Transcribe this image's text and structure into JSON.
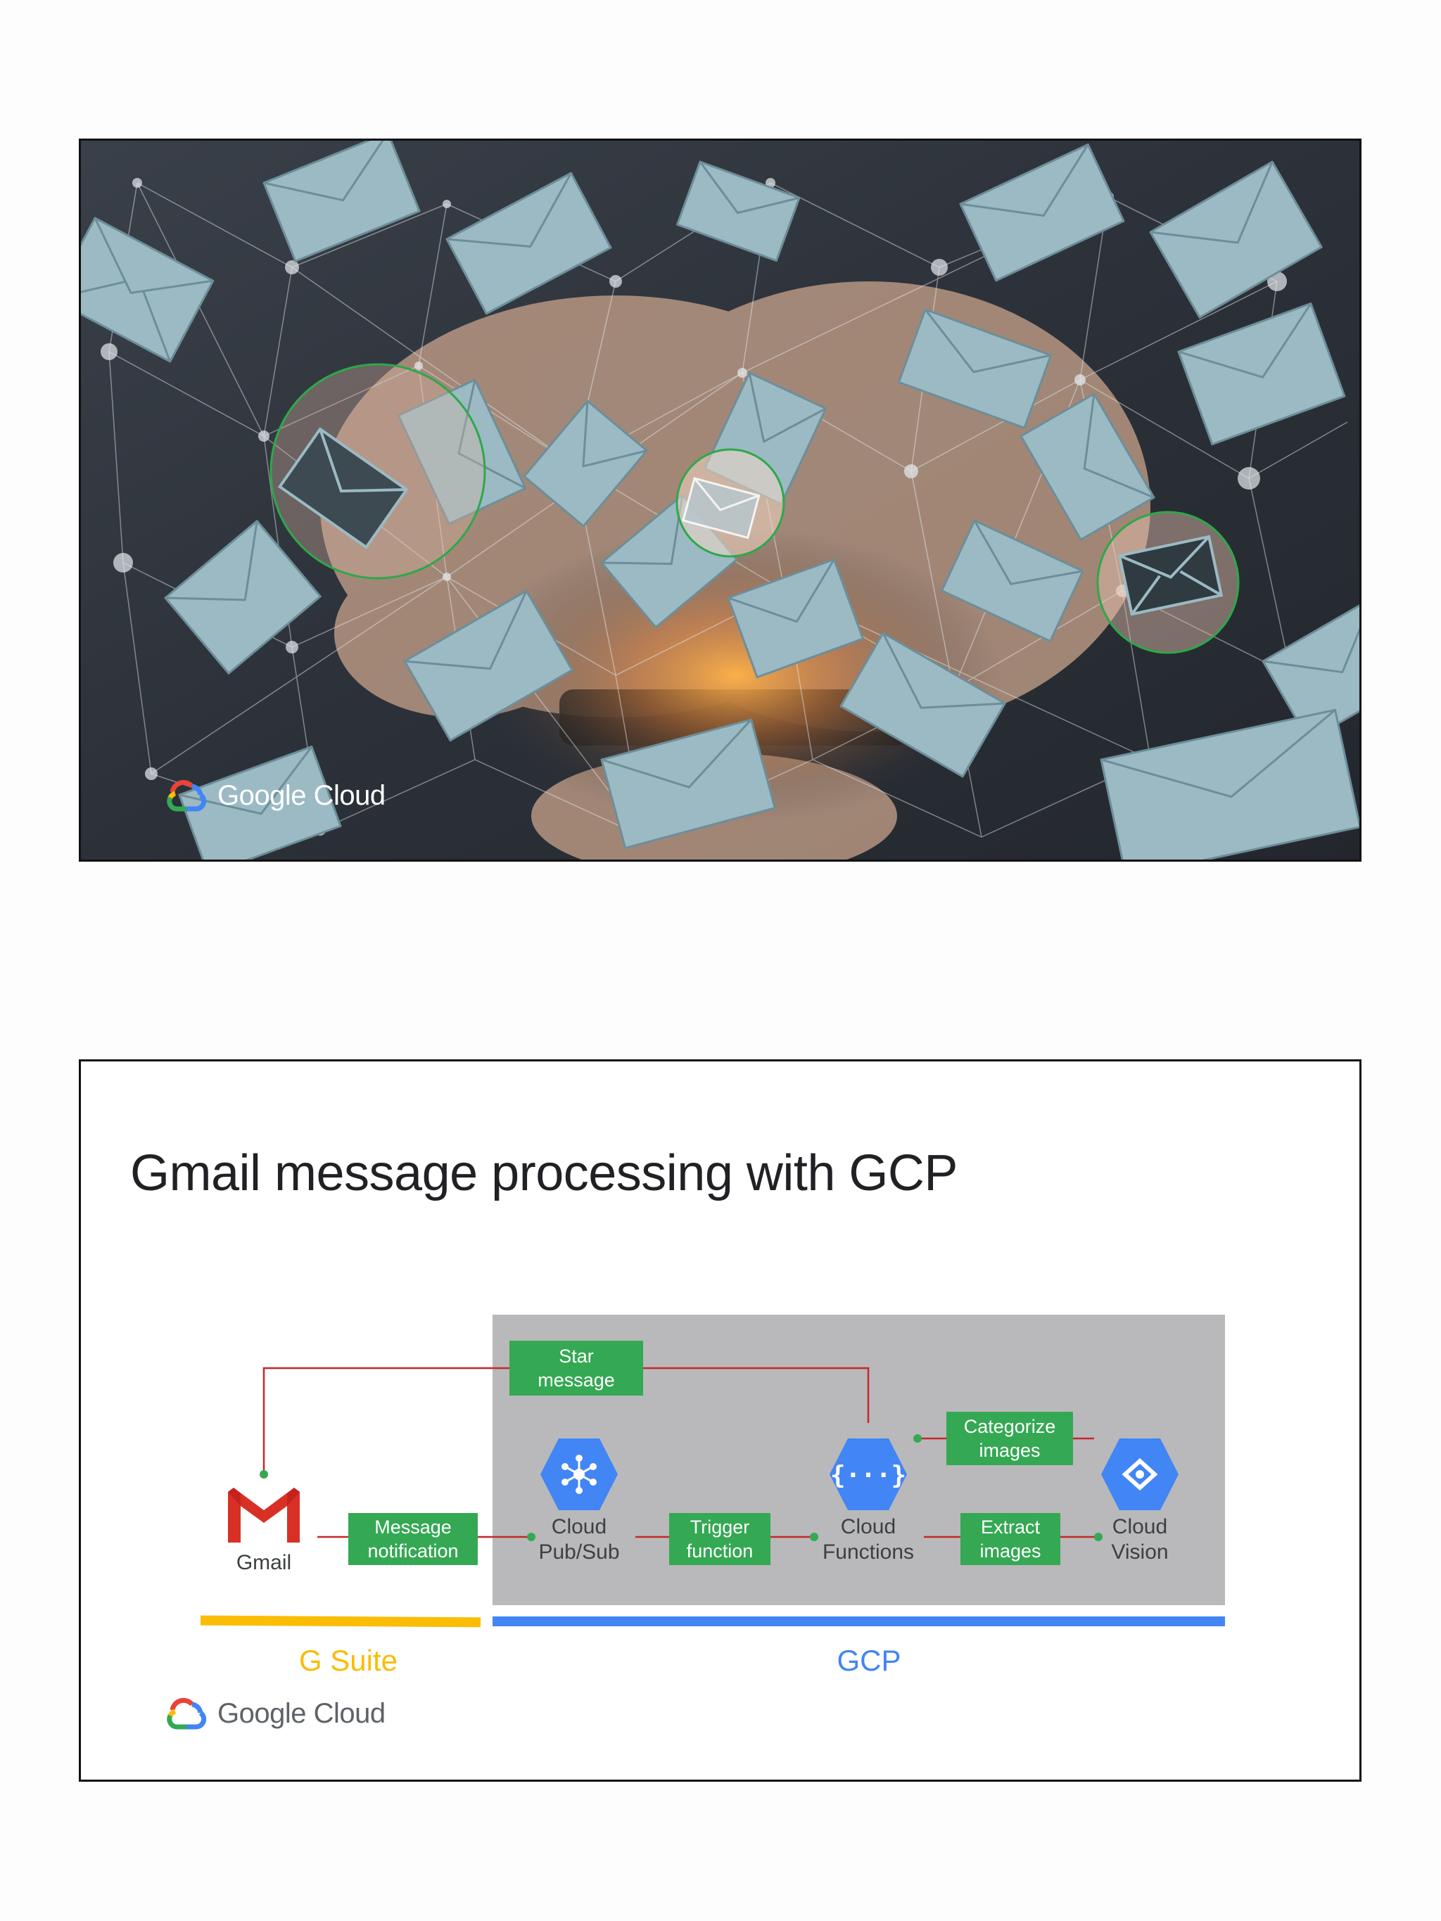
{
  "slide1": {
    "logo_text": "Google Cloud"
  },
  "slide2": {
    "title": "Gmail message processing with GCP",
    "nodes": {
      "gmail": "Gmail",
      "pubsub": "Cloud\nPub/Sub",
      "functions": "Cloud\nFunctions",
      "vision": "Cloud\nVision"
    },
    "edge_labels": {
      "star": "Star\nmessage",
      "message_notification": "Message\nnotification",
      "trigger_function": "Trigger\nfunction",
      "extract_images": "Extract\nimages",
      "categorize_images": "Categorize\nimages"
    },
    "groups": {
      "gsuite": "G Suite",
      "gcp": "GCP"
    },
    "logo_text": "Google Cloud",
    "colors": {
      "label_green": "#34a853",
      "line_red": "#c62828",
      "gsuite_yellow": "#fbbc04",
      "gcp_blue": "#4285f4",
      "panel_gray": "#b9b9bb"
    }
  }
}
